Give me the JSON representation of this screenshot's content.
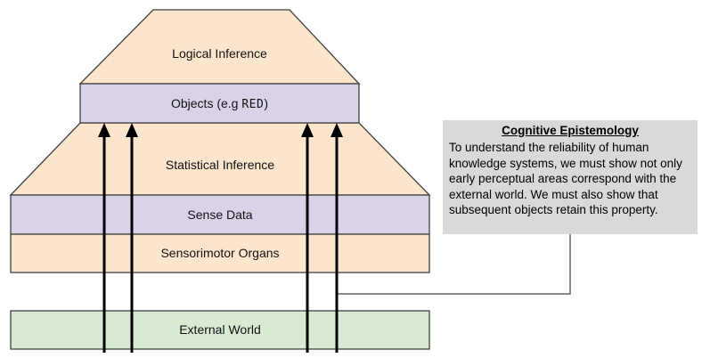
{
  "diagram": {
    "layers": [
      {
        "id": "logical-inference",
        "label": "Logical Inference",
        "fill": "#FCE5CD"
      },
      {
        "id": "objects",
        "label_prefix": "Objects (e.g ",
        "label_mono": "RED",
        "label_suffix": ")",
        "fill": "#D9D2E9"
      },
      {
        "id": "statistical-inference",
        "label": "Statistical Inference",
        "fill": "#FCE5CD"
      },
      {
        "id": "sense-data",
        "label": "Sense Data",
        "fill": "#D9D2E9"
      },
      {
        "id": "sensorimotor-organs",
        "label": "Sensorimotor Organs",
        "fill": "#FCE5CD"
      },
      {
        "id": "external-world",
        "label": "External World",
        "fill": "#D9EAD3"
      }
    ],
    "outline_color": "#404040",
    "arrow_color": "#000000",
    "connector_color": "#666666"
  },
  "note": {
    "title": "Cognitive Epistemology",
    "body": "To understand the reliability of human knowledge systems, we must show not only early perceptual areas correspond with the external world. We must also show that subsequent objects retain this property.",
    "fill": "#D9D9D9",
    "text_color": "#000000"
  }
}
